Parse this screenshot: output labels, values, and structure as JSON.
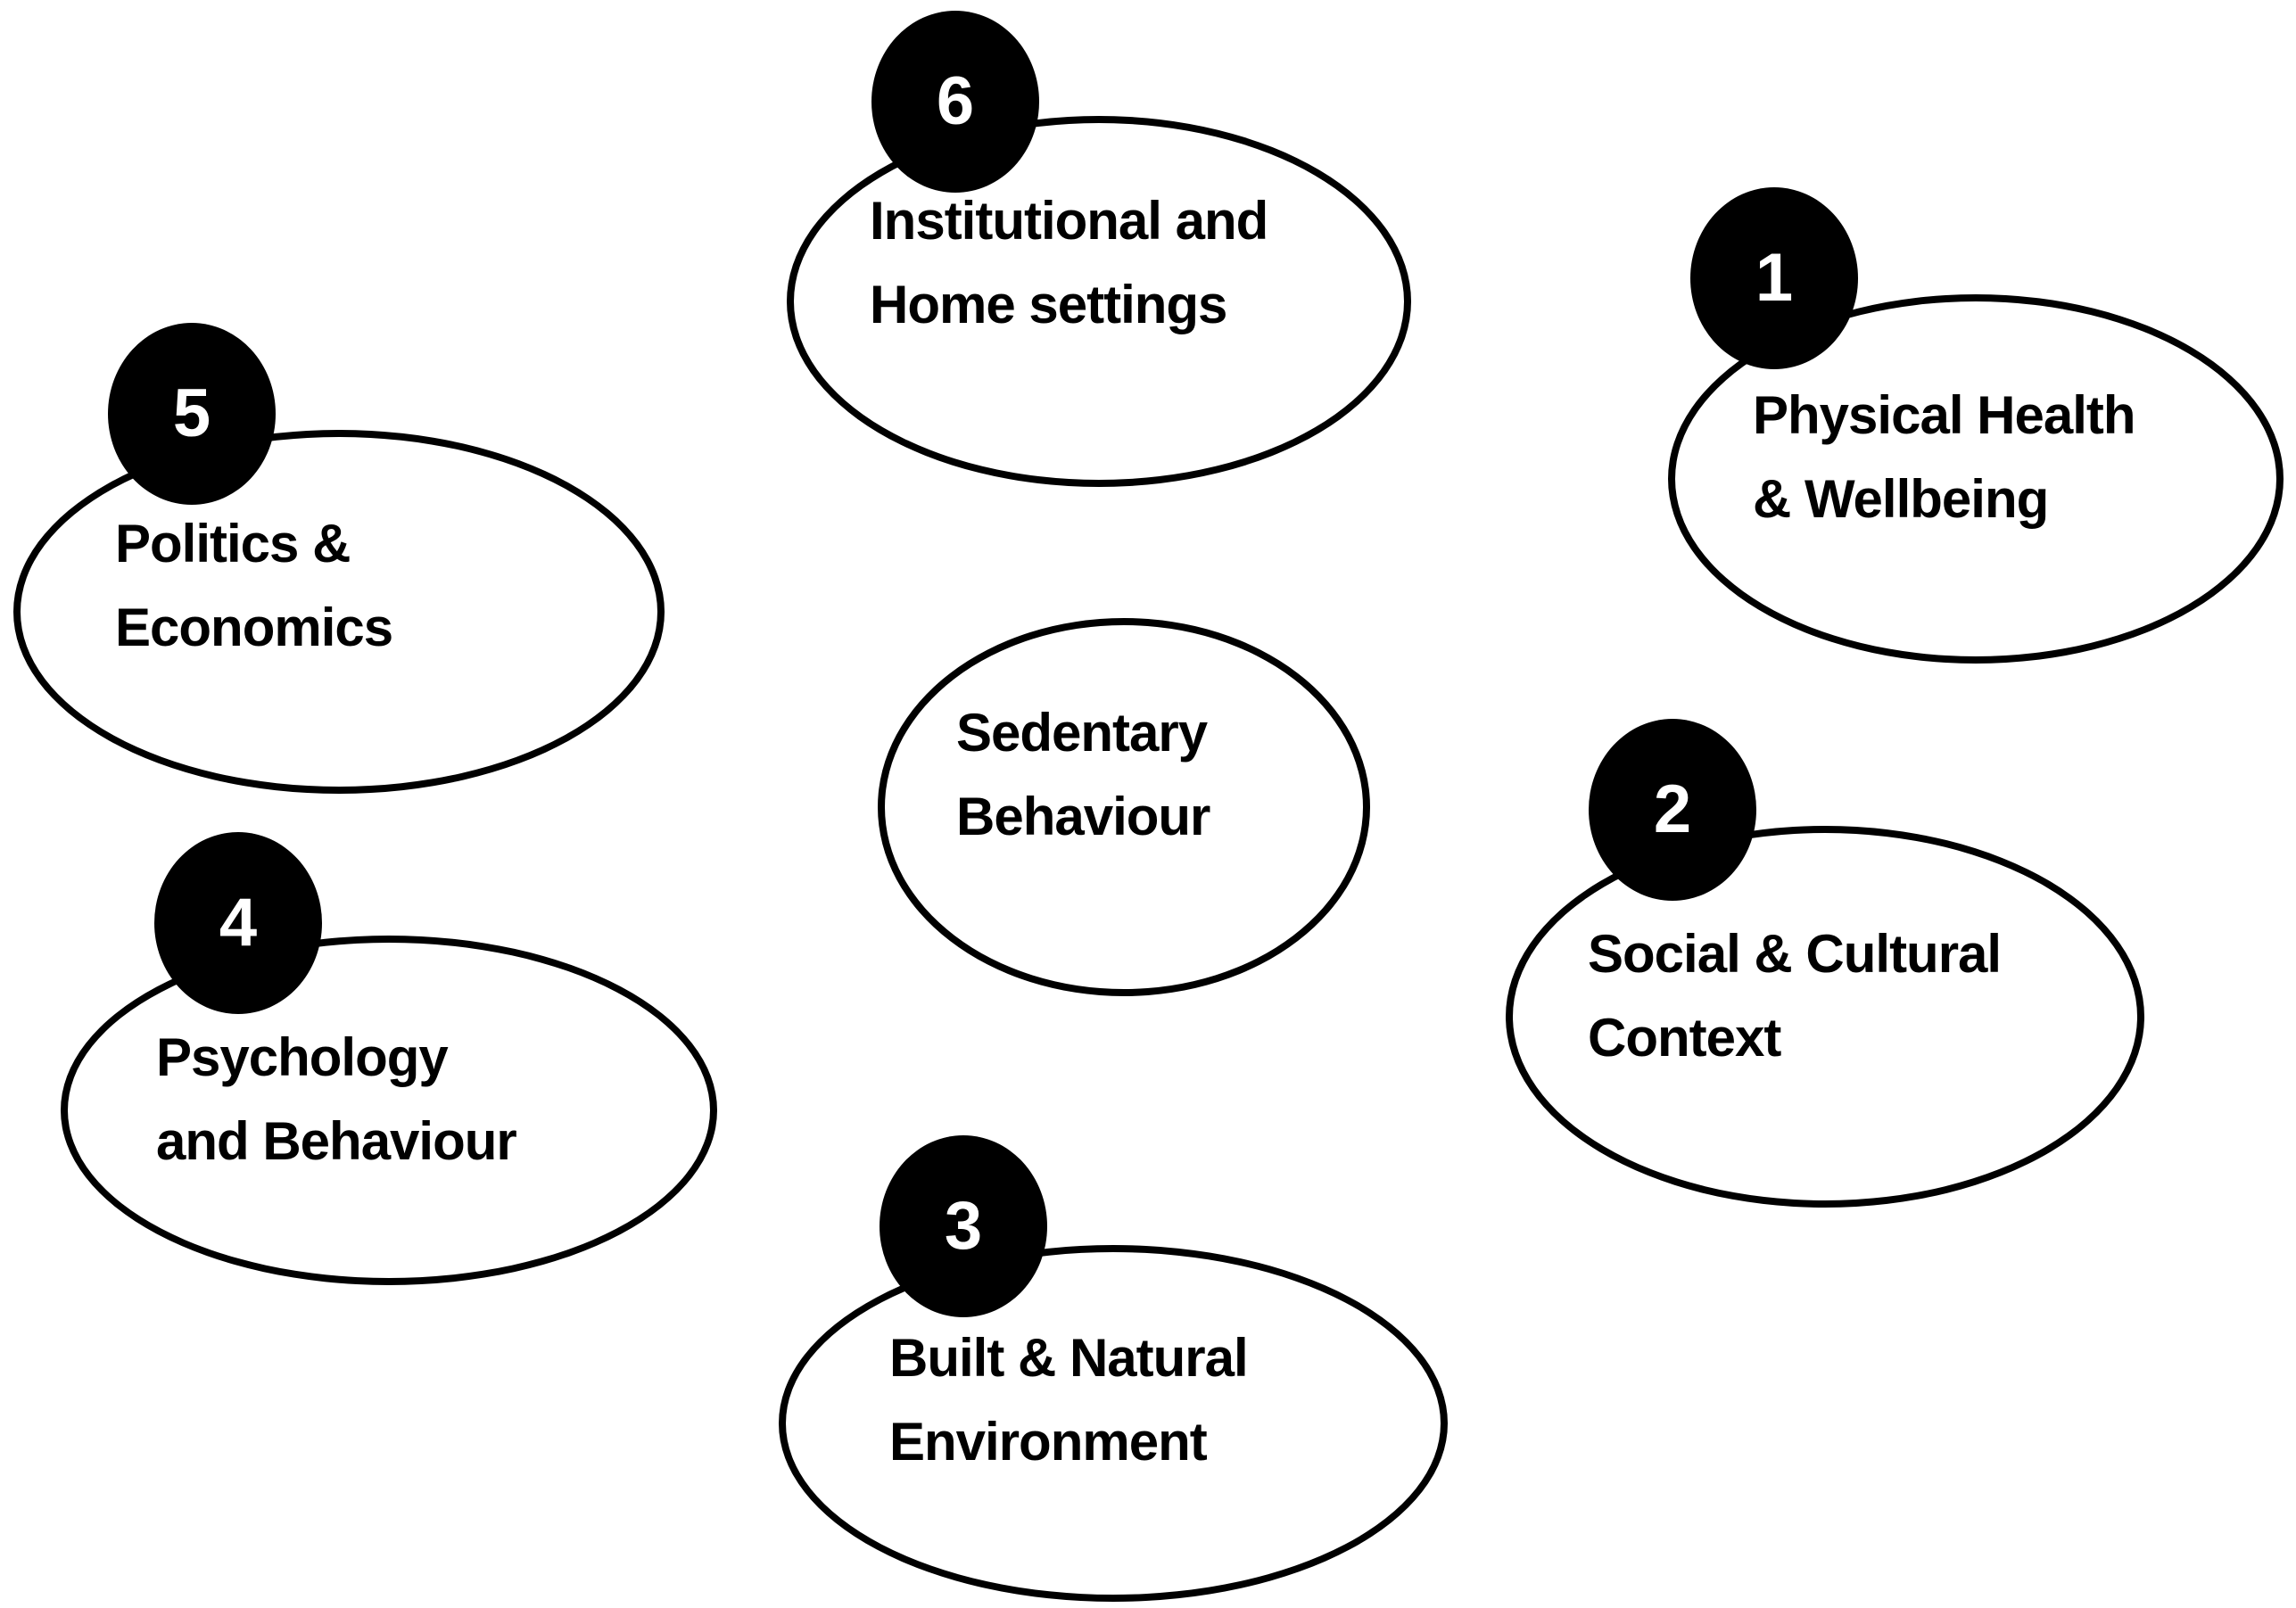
{
  "figure": {
    "background_color": "#ffffff",
    "stroke_color": "#000000",
    "badge_fill_color": "#000000",
    "badge_text_color": "#ffffff",
    "center_node": {
      "id": "sedentary-behaviour",
      "lines": [
        "Sedentary",
        "Behaviour"
      ]
    },
    "nodes": [
      {
        "id": "physical-health-wellbeing",
        "number": "1",
        "lines": [
          "Physical Health",
          "& Wellbeing"
        ]
      },
      {
        "id": "social-cultural-context",
        "number": "2",
        "lines": [
          "Social & Cultural",
          "Context"
        ]
      },
      {
        "id": "built-natural-environment",
        "number": "3",
        "lines": [
          "Built & Natural",
          "Environment"
        ]
      },
      {
        "id": "psychology-and-behaviour",
        "number": "4",
        "lines": [
          "Psychology",
          "and Behaviour"
        ]
      },
      {
        "id": "politics-economics",
        "number": "5",
        "lines": [
          "Politics &",
          "Economics"
        ]
      },
      {
        "id": "institutional-home-settings",
        "number": "6",
        "lines": [
          "Institutional and",
          "Home settings"
        ]
      }
    ]
  }
}
